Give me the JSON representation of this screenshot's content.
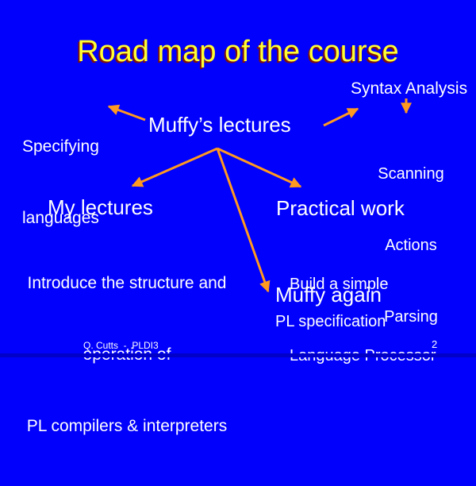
{
  "colors": {
    "background": "#0000FC",
    "bottom_strip": "#0000C9",
    "text": "#FFFFFF",
    "title": "#FFFF33",
    "title_shadow": "#7B1212",
    "arrow": "#FF9920"
  },
  "slide": {
    "title": "Road map of the course",
    "specifying": {
      "line1": "Specifying",
      "line2": "languages"
    },
    "muffy_lectures": "Muffy’s lectures",
    "syntax_analysis": "Syntax Analysis",
    "syntax_items": [
      "Scanning",
      "Actions",
      "Parsing"
    ],
    "my_lectures": {
      "heading": "My lectures",
      "line1": "Introduce the structure and",
      "line2": "operation of",
      "line3": "PL compilers & interpreters"
    },
    "practical_work": {
      "heading": "Practical work",
      "line1": "Build a simple",
      "line2": "Language Processor"
    },
    "muffy_again": {
      "heading": "Muffy again",
      "line1": "PL specification"
    },
    "footer": "Q. Cutts  -  PLDI3",
    "page_number": "2"
  }
}
